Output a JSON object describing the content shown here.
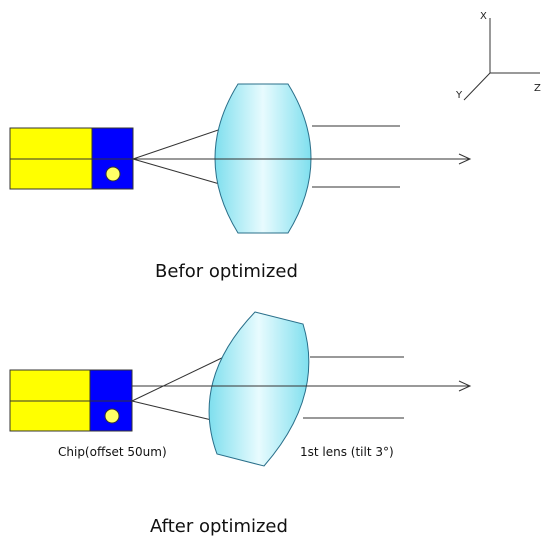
{
  "axes": {
    "x": "X",
    "y": "Y",
    "z": "Z"
  },
  "before": {
    "caption": "Befor optimized"
  },
  "after": {
    "caption": "After optimized",
    "chip_label": "Chip(offset 50um)",
    "lens_label": "1st lens (tilt 3°)"
  },
  "colors": {
    "chip_body": "#ffff00",
    "chip_emitter": "#0000ff",
    "emitter_dot": "#ffff66",
    "lens_fill": "#aeeff7",
    "lens_stroke": "#2a6f8a",
    "ray": "#333333"
  }
}
